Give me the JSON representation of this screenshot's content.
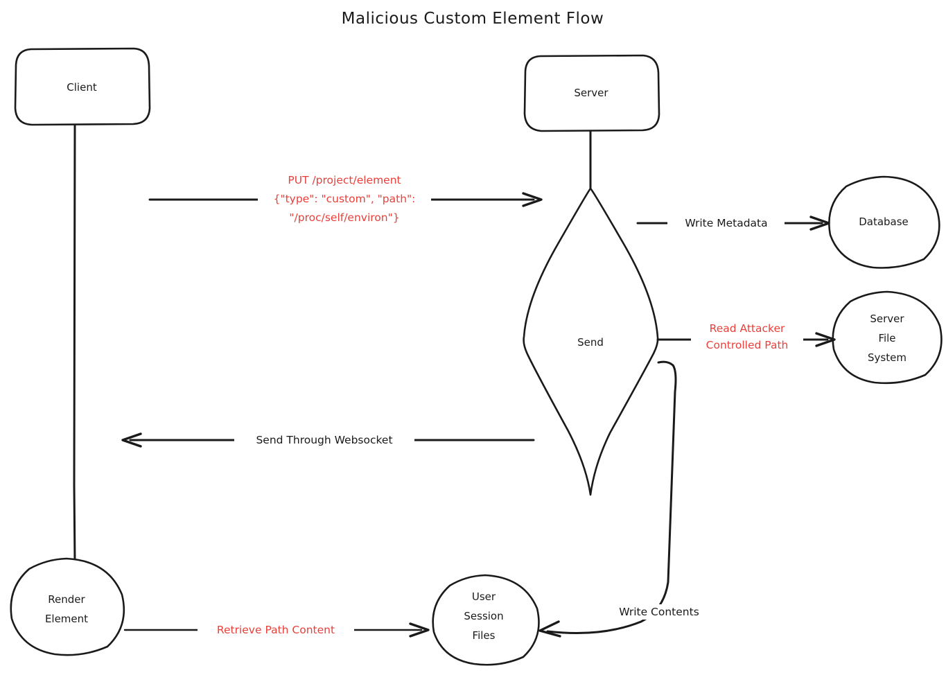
{
  "diagram": {
    "title": "Malicious Custom Element Flow",
    "background_color": "#ffffff",
    "stroke_color": "#1a1a1a",
    "accent_color": "#e8403a",
    "style": "hand-drawn sequence / flow diagram"
  },
  "nodes": {
    "client": {
      "label": "Client",
      "shape": "rounded-rectangle"
    },
    "server": {
      "label": "Server",
      "shape": "rounded-rectangle"
    },
    "send": {
      "label": "Send",
      "shape": "diamond"
    },
    "database": {
      "label": "Database",
      "shape": "circle"
    },
    "server_file_system": {
      "label_line1": "Server",
      "label_line2": "File",
      "label_line3": "System",
      "shape": "circle"
    },
    "render_element": {
      "label_line1": "Render",
      "label_line2": "Element",
      "shape": "circle"
    },
    "user_session_files": {
      "label_line1": "User",
      "label_line2": "Session",
      "label_line3": "Files",
      "shape": "circle"
    }
  },
  "edges": {
    "put_element": {
      "line1": "PUT /project/element",
      "line2": "{\"type\": \"custom\", \"path\":",
      "line3": "\"/proc/self/environ\"}",
      "color": "#e8403a",
      "from": "client",
      "to": "send"
    },
    "write_metadata": {
      "label": "Write Metadata",
      "color": "#1a1a1a",
      "from": "send",
      "to": "database"
    },
    "read_attacker_path": {
      "line1": "Read Attacker",
      "line2": "Controlled Path",
      "color": "#e8403a",
      "from": "send",
      "to": "server_file_system"
    },
    "send_through_websocket": {
      "label": "Send Through Websocket",
      "color": "#1a1a1a",
      "from": "send",
      "to": "client"
    },
    "write_contents": {
      "label": "Write Contents",
      "color": "#1a1a1a",
      "from": "send",
      "to": "user_session_files"
    },
    "retrieve_path_content": {
      "label": "Retrieve Path Content",
      "color": "#e8403a",
      "from": "render_element",
      "to": "user_session_files"
    }
  }
}
